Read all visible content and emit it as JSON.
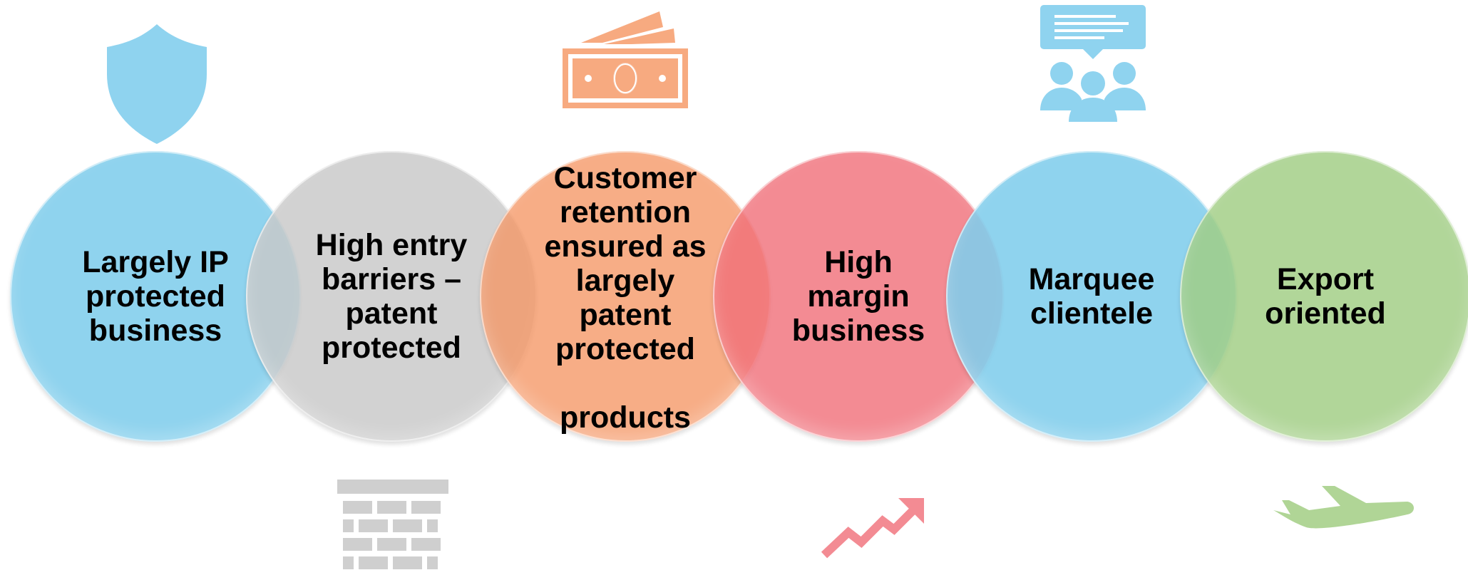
{
  "colors": {
    "blue": "#8fd3ef",
    "gray": "#cfcfcf",
    "orange": "#f7aa80",
    "red": "#f38b93",
    "green": "#b0d596"
  },
  "items": [
    {
      "label": "Largely IP\nprotected\nbusiness",
      "color": "blue",
      "icon": "shield-icon"
    },
    {
      "label": "High entry\nbarriers –\npatent\nprotected",
      "color": "gray",
      "icon": "brick-wall-icon"
    },
    {
      "label": "Customer\nretention\nensured as\nlargely\npatent\nprotected\n\nproducts",
      "color": "orange",
      "icon": "money-icon"
    },
    {
      "label": "High\nmargin\nbusiness",
      "color": "red",
      "icon": "trend-up-icon"
    },
    {
      "label": "Marquee\nclientele",
      "color": "blue",
      "icon": "meeting-icon"
    },
    {
      "label": "Export\noriented",
      "color": "green",
      "icon": "airplane-icon"
    }
  ]
}
